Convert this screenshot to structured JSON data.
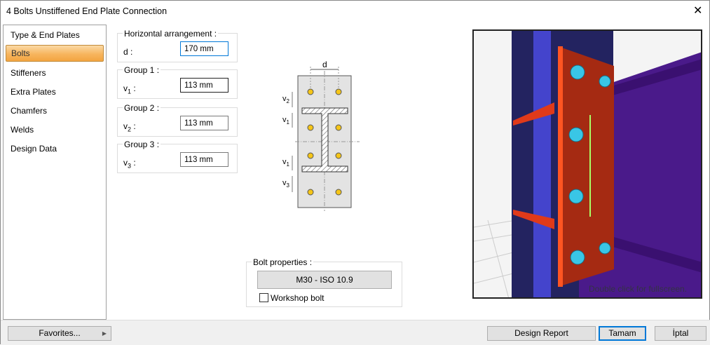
{
  "window": {
    "title": "4 Bolts Unstiffened End Plate Connection",
    "close_icon": "close-icon"
  },
  "sidebar": {
    "items": [
      {
        "label": "Type & End Plates"
      },
      {
        "label": "Bolts",
        "selected": true
      },
      {
        "label": "Stiffeners"
      },
      {
        "label": "Extra Plates"
      },
      {
        "label": "Chamfers"
      },
      {
        "label": "Welds"
      },
      {
        "label": "Design Data"
      }
    ]
  },
  "form": {
    "horizontal": {
      "legend": "Horizontal arrangement :",
      "label": "d :",
      "value": "170 mm"
    },
    "group1": {
      "legend": "Group 1 :",
      "label": "v",
      "sub": "1",
      "colon": " :",
      "value": "113 mm"
    },
    "group2": {
      "legend": "Group 2 :",
      "label": "v",
      "sub": "2",
      "colon": " :",
      "value": "113 mm"
    },
    "group3": {
      "legend": "Group 3 :",
      "label": "v",
      "sub": "3",
      "colon": " :",
      "value": "113 mm"
    }
  },
  "diagram": {
    "d": "d",
    "v": "v",
    "subs": [
      "2",
      "1",
      "1",
      "3"
    ]
  },
  "bolt_properties": {
    "legend": "Bolt properties :",
    "bolt": "M30 - ISO 10.9",
    "workshop_label": "Workshop bolt",
    "workshop_checked": false
  },
  "viewer": {
    "hint": "Double click for fullscreen."
  },
  "footer": {
    "favorites": "Favorites...",
    "design_report": "Design Report",
    "ok": "Tamam",
    "cancel": "İptal"
  },
  "colors": {
    "selected_item": "#f7b55e",
    "column": "#2f2f8a",
    "plate": "#a52a12",
    "beam": "#4a1a8a",
    "bolt": "#39c6e6",
    "diagram_bolt": "#f5c518"
  }
}
